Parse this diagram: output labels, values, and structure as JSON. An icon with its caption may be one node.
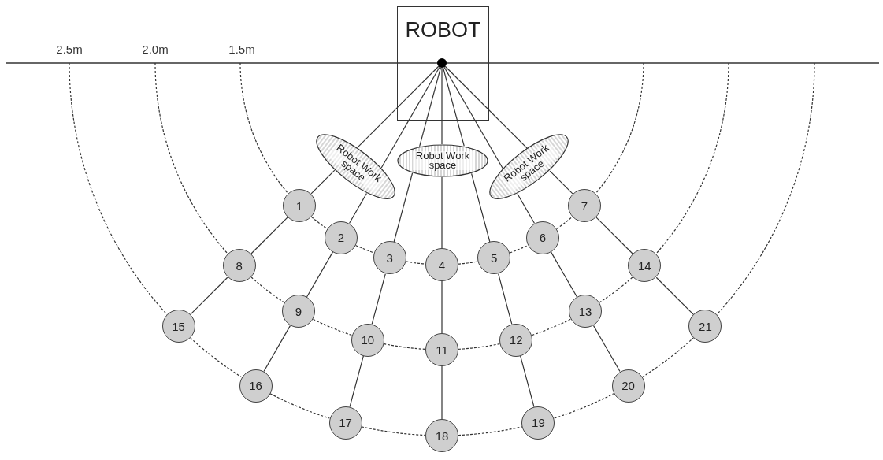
{
  "diagram": {
    "nodes": [
      {
        "text": [
          "ROBOT"
        ]
      },
      {
        "text": [],
        "shape": "circle",
        "in": 0
      },
      {
        "text": [
          "Robot Work space"
        ]
      },
      {
        "text": [
          "Robot Work space"
        ]
      },
      {
        "text": [
          "Robot Work space"
        ]
      },
      {
        "text": [
          "1"
        ]
      },
      {
        "text": [
          "2"
        ]
      },
      {
        "text": [
          "3"
        ]
      },
      {
        "text": [
          "4"
        ]
      },
      {
        "text": [
          "5"
        ]
      },
      {
        "text": [
          "6"
        ]
      },
      {
        "text": [
          "7"
        ]
      },
      {
        "text": [
          "8"
        ]
      },
      {
        "text": [
          "9"
        ]
      },
      {
        "text": [
          "10"
        ]
      },
      {
        "text": [
          "11"
        ]
      },
      {
        "text": [
          "12"
        ]
      },
      {
        "text": [
          "13"
        ]
      },
      {
        "text": [
          "14"
        ]
      },
      {
        "text": [
          "15"
        ]
      },
      {
        "text": [
          "16"
        ]
      },
      {
        "text": [
          "17"
        ]
      },
      {
        "text": [
          "18"
        ]
      },
      {
        "text": [
          "19"
        ]
      },
      {
        "text": [
          "20"
        ]
      },
      {
        "text": [
          "21"
        ]
      }
    ],
    "edges": [
      {
        "from": 1,
        "to": 2,
        "arrow": "none"
      },
      {
        "from": 1,
        "to": 2,
        "arrow": "none"
      },
      {
        "from": 1,
        "to": 3,
        "arrow": "none"
      },
      {
        "from": 1,
        "to": 3,
        "arrow": "none"
      },
      {
        "from": 1,
        "to": 3,
        "arrow": "none"
      },
      {
        "from": 1,
        "to": 4,
        "arrow": "none"
      },
      {
        "from": 1,
        "to": 4,
        "arrow": "none"
      },
      {
        "from": 2,
        "to": 5,
        "arrow": "none"
      },
      {
        "from": 2,
        "to": 6,
        "arrow": "none"
      },
      {
        "from": 3,
        "to": 7,
        "arrow": "none"
      },
      {
        "from": 3,
        "to": 8,
        "arrow": "none"
      },
      {
        "from": 3,
        "to": 9,
        "arrow": "none"
      },
      {
        "from": 4,
        "to": 10,
        "arrow": "none"
      },
      {
        "from": 4,
        "to": 11,
        "arrow": "none"
      },
      {
        "from": 5,
        "to": 12,
        "arrow": "none"
      },
      {
        "from": 6,
        "to": 13,
        "arrow": "none"
      },
      {
        "from": 7,
        "to": 14,
        "arrow": "none"
      },
      {
        "from": 8,
        "to": 15,
        "arrow": "none"
      },
      {
        "from": 9,
        "to": 16,
        "arrow": "none"
      },
      {
        "from": 10,
        "to": 17,
        "arrow": "none"
      },
      {
        "from": 11,
        "to": 18,
        "arrow": "none"
      },
      {
        "from": 12,
        "to": 19,
        "arrow": "none"
      },
      {
        "from": 13,
        "to": 20,
        "arrow": "none"
      },
      {
        "from": 14,
        "to": 21,
        "arrow": "none"
      },
      {
        "from": 15,
        "to": 22,
        "arrow": "none"
      },
      {
        "from": 16,
        "to": 23,
        "arrow": "none"
      },
      {
        "from": 17,
        "to": 24,
        "arrow": "none"
      },
      {
        "from": 18,
        "to": 25,
        "arrow": "none"
      },
      {
        "from": 5,
        "to": 6,
        "arrow": "none",
        "style": "dashed"
      },
      {
        "from": 6,
        "to": 7,
        "arrow": "none",
        "style": "dashed"
      },
      {
        "from": 7,
        "to": 8,
        "arrow": "none",
        "style": "dashed"
      },
      {
        "from": 8,
        "to": 9,
        "arrow": "none",
        "style": "dashed"
      },
      {
        "from": 9,
        "to": 10,
        "arrow": "none",
        "style": "dashed"
      },
      {
        "from": 10,
        "to": 11,
        "arrow": "none",
        "style": "dashed"
      },
      {
        "from": 12,
        "to": 13,
        "arrow": "none",
        "style": "dashed"
      },
      {
        "from": 13,
        "to": 14,
        "arrow": "none",
        "style": "dashed"
      },
      {
        "from": 14,
        "to": 15,
        "arrow": "none",
        "style": "dashed"
      },
      {
        "from": 15,
        "to": 16,
        "arrow": "none",
        "style": "dashed"
      },
      {
        "from": 16,
        "to": 17,
        "arrow": "none",
        "style": "dashed"
      },
      {
        "from": 17,
        "to": 18,
        "arrow": "none",
        "style": "dashed"
      },
      {
        "from": 19,
        "to": 20,
        "arrow": "none",
        "style": "dashed"
      },
      {
        "from": 20,
        "to": 21,
        "arrow": "none",
        "style": "dashed"
      },
      {
        "from": 21,
        "to": 22,
        "arrow": "none",
        "style": "dashed"
      },
      {
        "from": 22,
        "to": 23,
        "arrow": "none",
        "style": "dashed"
      },
      {
        "from": 23,
        "to": 24,
        "arrow": "none",
        "style": "dashed"
      },
      {
        "from": 24,
        "to": 25,
        "arrow": "none",
        "style": "dashed"
      },
      {
        "from": null,
        "to": 5,
        "arrow": "none",
        "style": "dashed"
      },
      {
        "from": null,
        "to": 12,
        "arrow": "none",
        "style": "dashed"
      },
      {
        "from": null,
        "to": 19,
        "arrow": "none",
        "style": "dashed"
      },
      {
        "from": null,
        "to": 11,
        "arrow": "none",
        "style": "dashed"
      },
      {
        "from": null,
        "to": 18,
        "arrow": "none",
        "style": "dashed"
      },
      {
        "from": null,
        "to": 25,
        "arrow": "none",
        "style": "dashed"
      }
    ],
    "labels": [
      "2.5m",
      "2.0m",
      "1.5m"
    ]
  }
}
